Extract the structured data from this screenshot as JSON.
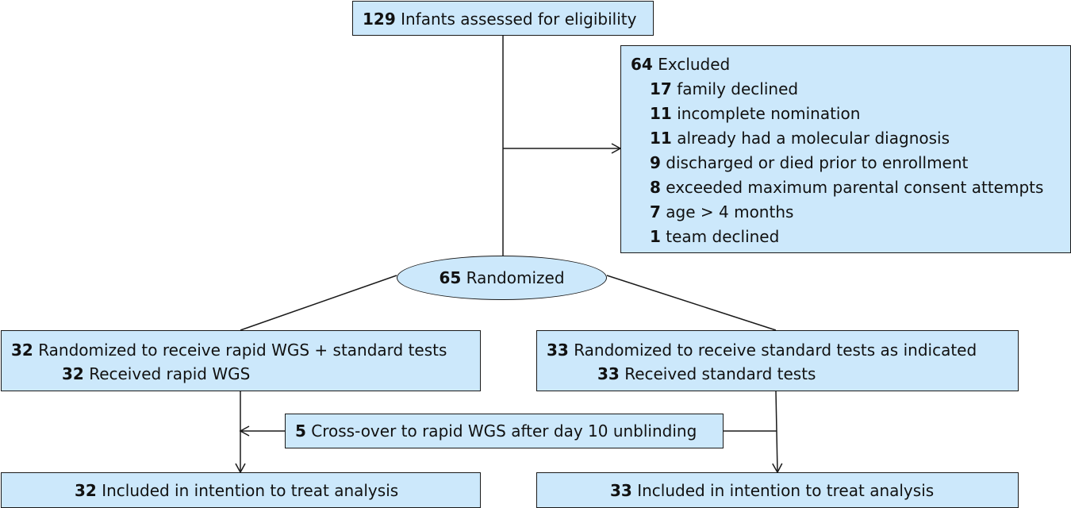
{
  "assessed": {
    "count": "129",
    "label": "Infants assessed for eligibility"
  },
  "excluded": {
    "count": "64",
    "label": "Excluded",
    "reasons": [
      {
        "count": "17",
        "label": "family declined"
      },
      {
        "count": "11",
        "label": "incomplete nomination"
      },
      {
        "count": "11",
        "label": "already had a molecular diagnosis"
      },
      {
        "count": "9",
        "label": "discharged or died prior to enrollment"
      },
      {
        "count": "8",
        "label": "exceeded maximum parental consent attempts"
      },
      {
        "count": "7",
        "label": "age > 4 months"
      },
      {
        "count": "1",
        "label": "team declined"
      }
    ]
  },
  "randomized": {
    "count": "65",
    "label": "Randomized"
  },
  "arm_wgs": {
    "count": "32",
    "label": "Randomized to receive rapid WGS + standard tests",
    "received_count": "32",
    "received_label": "Received rapid WGS"
  },
  "arm_standard": {
    "count": "33",
    "label": "Randomized to receive standard tests as indicated",
    "received_count": "33",
    "received_label": "Received standard tests"
  },
  "crossover": {
    "count": "5",
    "label": "Cross-over to rapid WGS after day 10 unblinding"
  },
  "itt_wgs": {
    "count": "32",
    "label": "Included in intention to treat analysis"
  },
  "itt_standard": {
    "count": "33",
    "label": "Included in intention to treat analysis"
  },
  "colors": {
    "box_fill": "#cce8fb",
    "stroke": "#1a1a1a"
  }
}
